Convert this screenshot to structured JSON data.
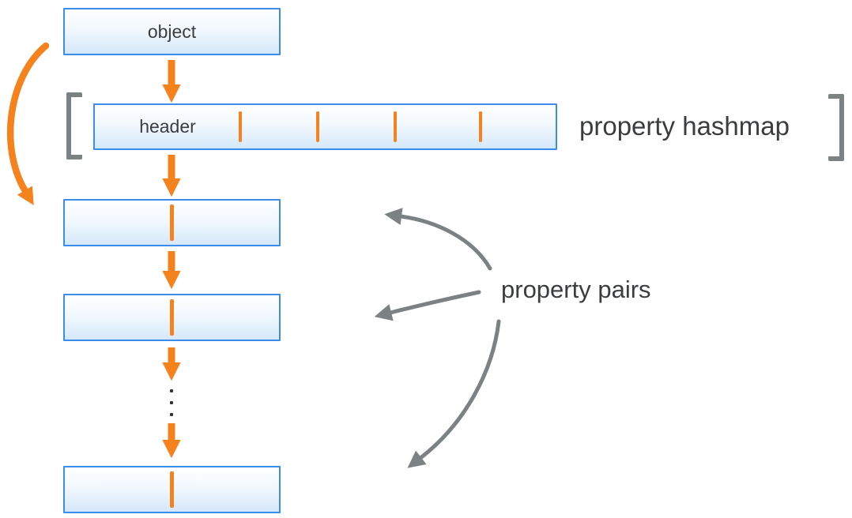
{
  "labels": {
    "object": "object",
    "header": "header",
    "hashmap": "property hashmap",
    "pairs": "property pairs"
  },
  "structure": {
    "header_slot_dividers": 4,
    "property_pair_boxes": 3,
    "ellipsis_dots": 3,
    "flow": "object -> property hashmap header -> chain of property pair boxes"
  },
  "colors": {
    "accent_orange": "#F6821E",
    "box_border_blue": "#3A8DEA",
    "box_fill_top": "#FFFFFF",
    "box_fill_bottom": "#D5E8FA",
    "arrow_gray": "#7C8184",
    "text_dark": "#3B3D3F",
    "background": "#FFFFFF"
  }
}
